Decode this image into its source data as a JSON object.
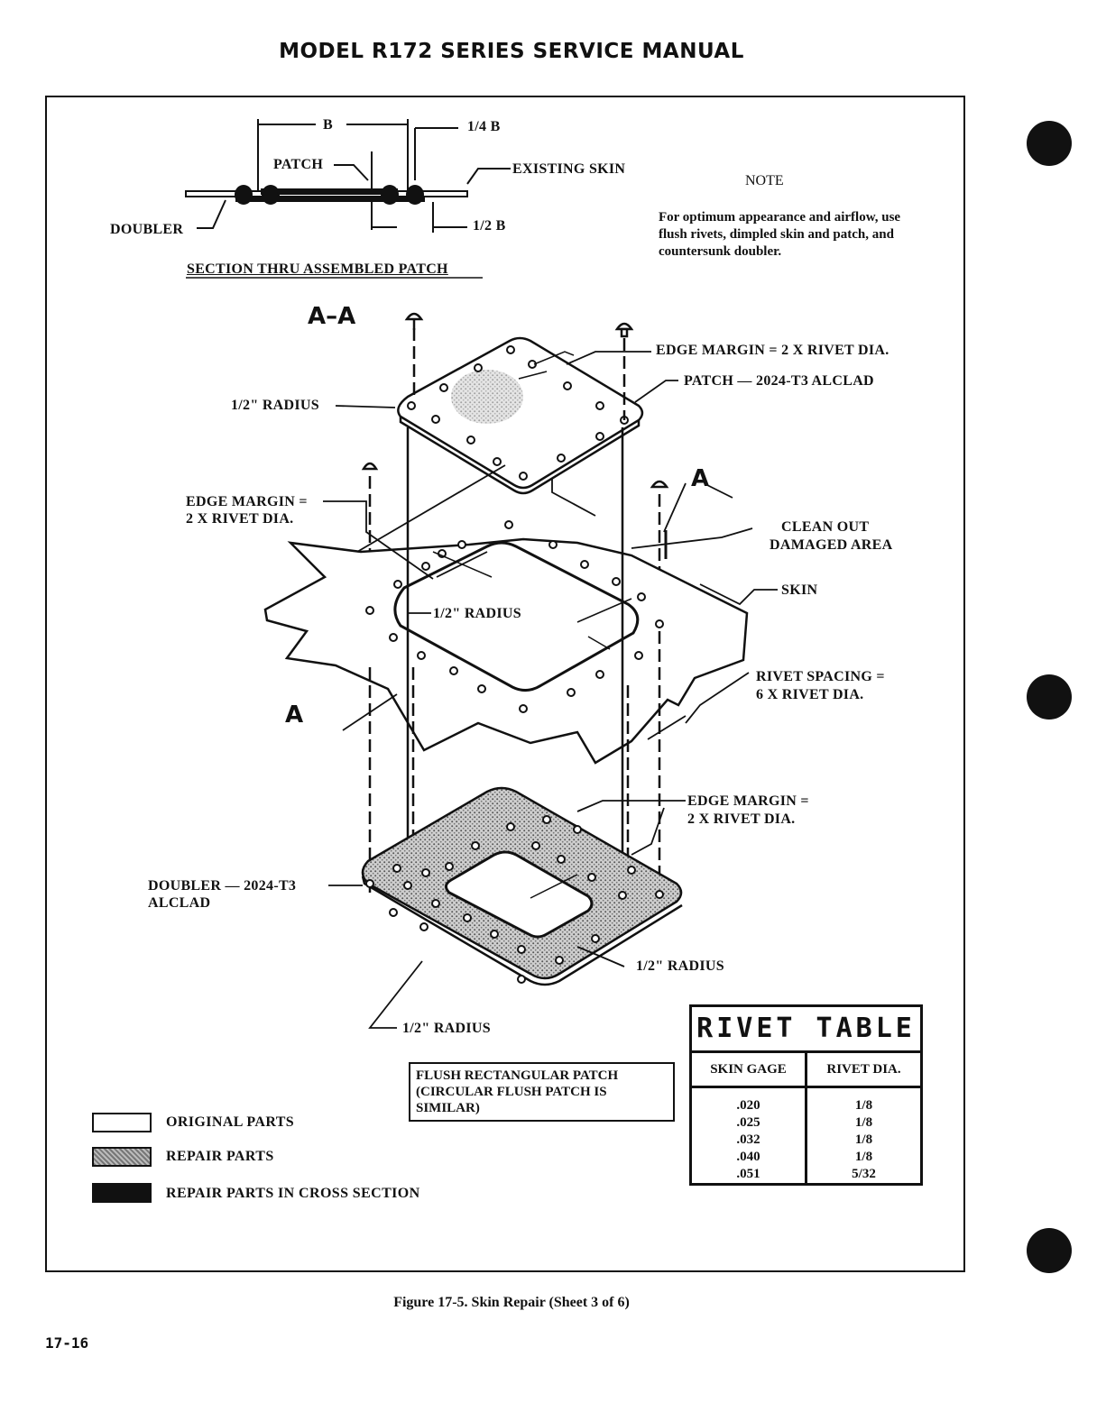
{
  "header": {
    "title": "MODEL R172 SERIES SERVICE MANUAL"
  },
  "section": {
    "dim_b": "B",
    "dim_quarter_b": "1/4 B",
    "dim_half_b": "1/2 B",
    "patch": "PATCH",
    "existing_skin": "EXISTING SKIN",
    "doubler": "DOUBLER",
    "title": "SECTION THRU ASSEMBLED PATCH"
  },
  "note": {
    "title": "NOTE",
    "body": "For optimum appearance and airflow, use flush rivets, dimpled skin and patch, and countersunk doubler."
  },
  "view_labels": {
    "aa": "A–A",
    "a_right": "A",
    "a_left": "A"
  },
  "callouts": {
    "patch_edge_margin": "EDGE MARGIN = 2 X RIVET DIA.",
    "patch_material": "PATCH — 2024-T3 ALCLAD",
    "patch_radius": "1/2\" RADIUS",
    "skin_edge_margin_1": "EDGE MARGIN =",
    "skin_edge_margin_2": "2 X RIVET DIA.",
    "clean_out_1": "CLEAN OUT",
    "clean_out_2": "DAMAGED AREA",
    "skin": "SKIN",
    "skin_radius": "1/2\" RADIUS",
    "rivet_spacing_1": "RIVET SPACING =",
    "rivet_spacing_2": "6 X RIVET DIA.",
    "doubler_edge_margin_1": "EDGE MARGIN =",
    "doubler_edge_margin_2": "2 X RIVET DIA.",
    "doubler_material_1": "DOUBLER — 2024-T3",
    "doubler_material_2": "ALCLAD",
    "doubler_inner_radius": "1/2\" RADIUS",
    "doubler_outer_radius": "1/2\" RADIUS"
  },
  "patch_type_box": {
    "line1": "FLUSH RECTANGULAR PATCH",
    "line2": "(CIRCULAR FLUSH PATCH IS",
    "line3": "SIMILAR)"
  },
  "rivet_table": {
    "title": "RIVET TABLE",
    "col1": "SKIN GAGE",
    "col2": "RIVET DIA.",
    "rows": [
      {
        "gage": ".020",
        "dia": "1/8"
      },
      {
        "gage": ".025",
        "dia": "1/8"
      },
      {
        "gage": ".032",
        "dia": "1/8"
      },
      {
        "gage": ".040",
        "dia": "1/8"
      },
      {
        "gage": ".051",
        "dia": "5/32"
      }
    ]
  },
  "legend": {
    "original": "ORIGINAL PARTS",
    "repair": "REPAIR PARTS",
    "repair_cross": "REPAIR PARTS IN CROSS SECTION"
  },
  "caption": "Figure 17-5.  Skin Repair (Sheet 3 of 6)",
  "page_number": "17-16"
}
